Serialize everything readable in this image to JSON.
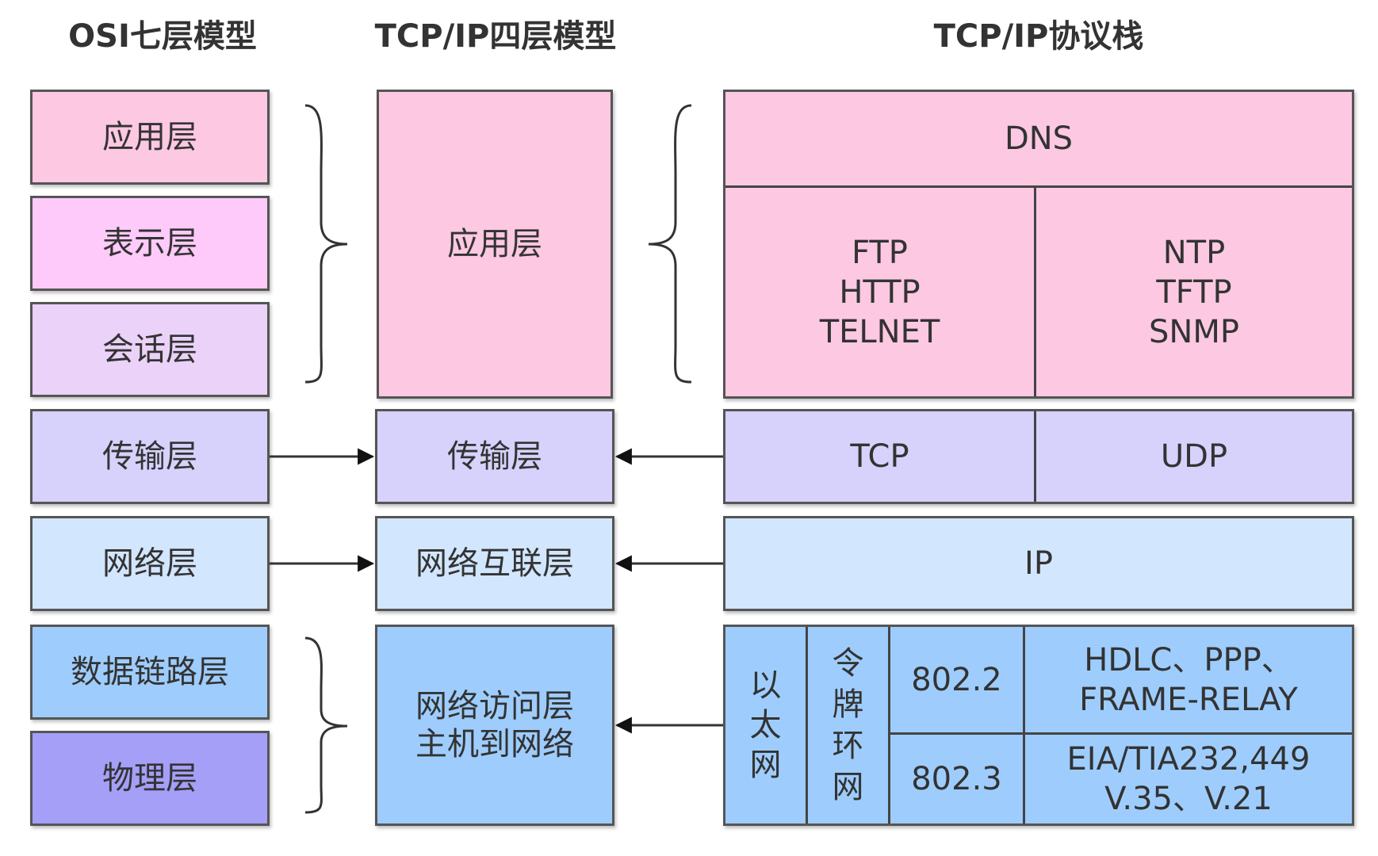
{
  "headings": {
    "osi": "OSI七层模型",
    "tcpip4": "TCP/IP四层模型",
    "stack": "TCP/IP协议栈"
  },
  "osi_layers": [
    "应用层",
    "表示层",
    "会话层",
    "传输层",
    "网络层",
    "数据链路层",
    "物理层"
  ],
  "tcpip_layers": {
    "application": "应用层",
    "transport": "传输层",
    "internet": "网络互联层",
    "access": [
      "网络访问层",
      "主机到网络"
    ]
  },
  "protocols": {
    "dns": "DNS",
    "app_left": [
      "FTP",
      "HTTP",
      "TELNET"
    ],
    "app_right": [
      "NTP",
      "TFTP",
      "SNMP"
    ],
    "tcp": "TCP",
    "udp": "UDP",
    "ip": "IP",
    "ethernet": [
      "以",
      "太",
      "网"
    ],
    "token_ring": [
      "令",
      "牌",
      "环",
      "网"
    ],
    "ieee_8022": "802.2",
    "ieee_8023": "802.3",
    "link_top": [
      "HDLC、PPP、",
      "FRAME-RELAY"
    ],
    "link_bottom": [
      "EIA/TIA232,449",
      "V.35、V.21"
    ]
  },
  "colors": {
    "application": "#fcc8e2",
    "presentation": "#fdcafa",
    "session": "#ead2f8",
    "transport": "#d6d2fb",
    "network": "#d2e6fd",
    "datalink": "#9ecdfd",
    "physical": "#a59ff8"
  }
}
